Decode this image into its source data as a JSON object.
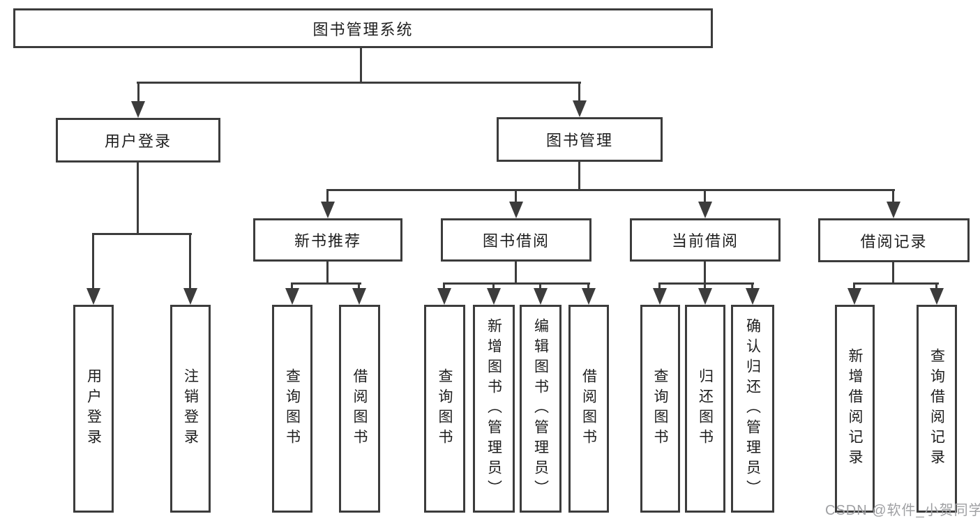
{
  "diagram_type": "hierarchy-flowchart",
  "tree": {
    "label": "图书管理系统",
    "children": [
      {
        "label": "用户登录",
        "children": [
          {
            "label": "用户登录"
          },
          {
            "label": "注销登录"
          }
        ]
      },
      {
        "label": "图书管理",
        "children": [
          {
            "label": "新书推荐",
            "children": [
              {
                "label": "查询图书"
              },
              {
                "label": "借阅图书"
              }
            ]
          },
          {
            "label": "图书借阅",
            "children": [
              {
                "label": "查询图书"
              },
              {
                "label": "新增图书（管理员）"
              },
              {
                "label": "编辑图书（管理员）"
              },
              {
                "label": "借阅图书"
              }
            ]
          },
          {
            "label": "当前借阅",
            "children": [
              {
                "label": "查询图书"
              },
              {
                "label": "归还图书"
              },
              {
                "label": "确认归还（管理员）"
              }
            ]
          },
          {
            "label": "借阅记录",
            "children": [
              {
                "label": "新增借阅记录"
              },
              {
                "label": "查询借阅记录"
              }
            ]
          }
        ]
      }
    ]
  },
  "watermark": "CSDN @软件_小贺同学",
  "colors": {
    "line": "#3c3c3c",
    "text": "#1e1e1e",
    "watermark": "#9fa0a3",
    "background": "#ffffff"
  }
}
